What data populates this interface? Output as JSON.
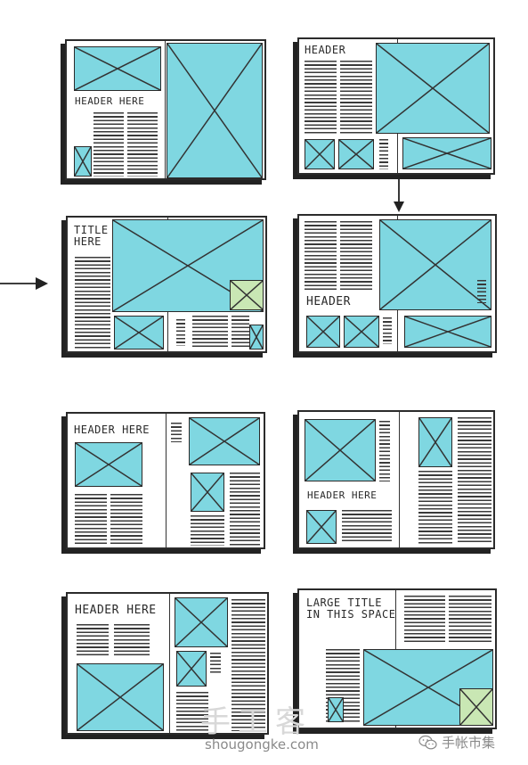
{
  "spreads": [
    {
      "id": "s1",
      "headers": [
        "HEADER HERE"
      ]
    },
    {
      "id": "s2",
      "headers": [
        "HEADER"
      ]
    },
    {
      "id": "s3",
      "headers": [
        "TITLE\nHERE"
      ]
    },
    {
      "id": "s4",
      "headers": [
        "HEADER"
      ]
    },
    {
      "id": "s5",
      "headers": [
        "HEADER HERE"
      ]
    },
    {
      "id": "s6",
      "headers": [
        "HEADER HERE"
      ]
    },
    {
      "id": "s7",
      "headers": [
        "HEADER HERE"
      ]
    },
    {
      "id": "s8",
      "headers": [
        "LARGE TITLE\nIN THIS SPACE"
      ]
    }
  ],
  "watermark": {
    "chinese": "手工客",
    "url": "shougongke.com"
  },
  "wechat": {
    "account": "手帐市集"
  },
  "colors": {
    "image_fill": "#7fd7e1",
    "accent_fill": "#c9e7b4",
    "ink": "#2a2a2a",
    "shadow": "#222222"
  }
}
